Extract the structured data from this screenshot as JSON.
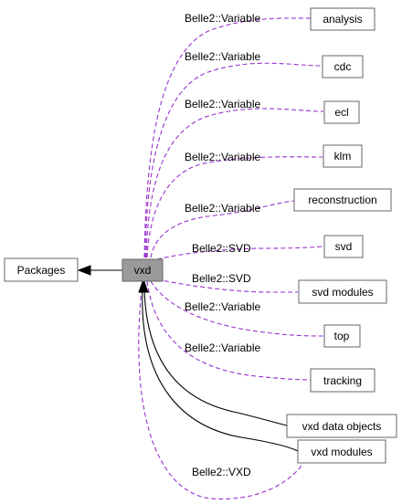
{
  "focus_node": "vxd",
  "parent_node": "Packages",
  "targets": [
    {
      "name": "analysis",
      "edge_label": "Belle2::Variable",
      "style": "dashed"
    },
    {
      "name": "cdc",
      "edge_label": "Belle2::Variable",
      "style": "dashed"
    },
    {
      "name": "ecl",
      "edge_label": "Belle2::Variable",
      "style": "dashed"
    },
    {
      "name": "klm",
      "edge_label": "Belle2::Variable",
      "style": "dashed"
    },
    {
      "name": "reconstruction",
      "edge_label": "Belle2::Variable",
      "style": "dashed"
    },
    {
      "name": "svd",
      "edge_label": "Belle2::SVD",
      "style": "dashed"
    },
    {
      "name": "svd modules",
      "edge_label": "Belle2::SVD",
      "style": "dashed"
    },
    {
      "name": "top",
      "edge_label": "Belle2::Variable",
      "style": "dashed"
    },
    {
      "name": "tracking",
      "edge_label": "Belle2::Variable",
      "style": "dashed"
    },
    {
      "name": "vxd data objects",
      "edge_label": "",
      "style": "solid"
    },
    {
      "name": "vxd modules",
      "edge_label": "",
      "style": "solid"
    },
    {
      "name": "vxd modules",
      "edge_label": "Belle2::VXD",
      "style": "dashed"
    }
  ],
  "colors": {
    "dashed_edge": "#9a32cd",
    "solid_edge": "#000000",
    "focus_fill": "#9a9a9a",
    "node_border": "#666666"
  }
}
